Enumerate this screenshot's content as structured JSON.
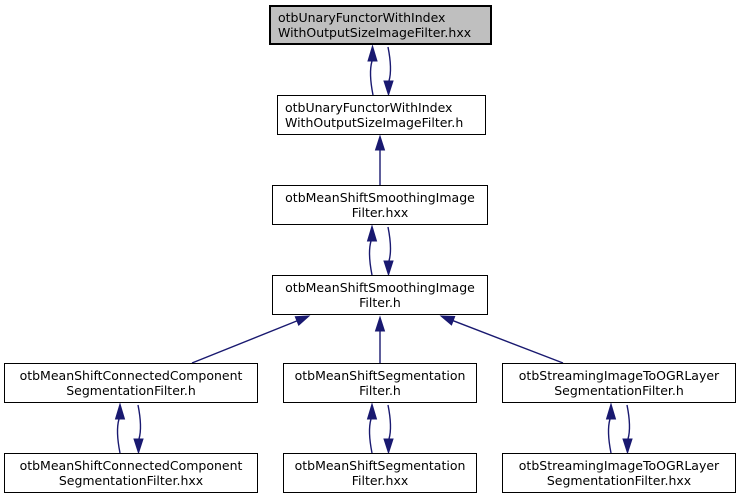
{
  "colors": {
    "edge": "#191970",
    "node_fill": "#ffffff",
    "node_border": "#000000",
    "highlight_fill": "#bfbfbf",
    "background": "#ffffff"
  },
  "nodes": {
    "unary_hxx": {
      "line1": "otbUnaryFunctorWithIndex",
      "line2": "WithOutputSizeImageFilter.hxx"
    },
    "unary_h": {
      "line1": "otbUnaryFunctorWithIndex",
      "line2": "WithOutputSizeImageFilter.h"
    },
    "smoothing_hxx": {
      "line1": "otbMeanShiftSmoothingImage",
      "line2": "Filter.hxx"
    },
    "smoothing_h": {
      "line1": "otbMeanShiftSmoothingImage",
      "line2": "Filter.h"
    },
    "connected_h": {
      "line1": "otbMeanShiftConnectedComponent",
      "line2": "SegmentationFilter.h"
    },
    "segmentation_h": {
      "line1": "otbMeanShiftSegmentation",
      "line2": "Filter.h"
    },
    "streaming_h": {
      "line1": "otbStreamingImageToOGRLayer",
      "line2": "SegmentationFilter.h"
    },
    "connected_hxx": {
      "line1": "otbMeanShiftConnectedComponent",
      "line2": "SegmentationFilter.hxx"
    },
    "segmentation_hxx": {
      "line1": "otbMeanShiftSegmentation",
      "line2": "Filter.hxx"
    },
    "streaming_hxx": {
      "line1": "otbStreamingImageToOGRLayer",
      "line2": "SegmentationFilter.hxx"
    }
  },
  "edges": [
    {
      "from": "unary_h",
      "to": "unary_hxx",
      "bidirectional": true
    },
    {
      "from": "smoothing_hxx",
      "to": "unary_h",
      "bidirectional": false
    },
    {
      "from": "smoothing_h",
      "to": "smoothing_hxx",
      "bidirectional": true
    },
    {
      "from": "connected_h",
      "to": "smoothing_h",
      "bidirectional": false
    },
    {
      "from": "segmentation_h",
      "to": "smoothing_h",
      "bidirectional": false
    },
    {
      "from": "streaming_h",
      "to": "smoothing_h",
      "bidirectional": false
    },
    {
      "from": "connected_hxx",
      "to": "connected_h",
      "bidirectional": true
    },
    {
      "from": "segmentation_hxx",
      "to": "segmentation_h",
      "bidirectional": true
    },
    {
      "from": "streaming_hxx",
      "to": "streaming_h",
      "bidirectional": true
    }
  ]
}
